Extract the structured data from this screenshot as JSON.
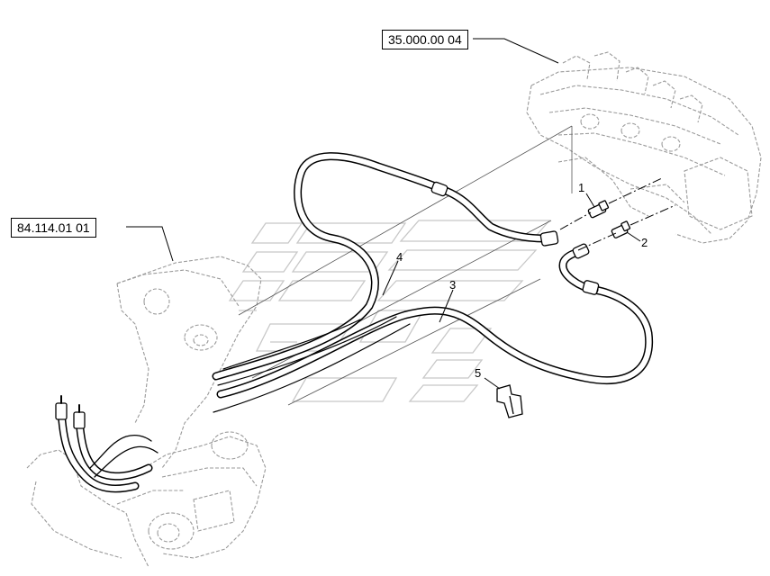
{
  "references": {
    "control_valve_ref": "35.000.00 04",
    "frame_ref": "84.114.01 01"
  },
  "callouts": [
    "1",
    "2",
    "3",
    "4",
    "5"
  ],
  "colors": {
    "line": "#000000",
    "ghost_line": "#9a9a9a",
    "watermark": "#c8c8c8",
    "background": "#ffffff"
  }
}
